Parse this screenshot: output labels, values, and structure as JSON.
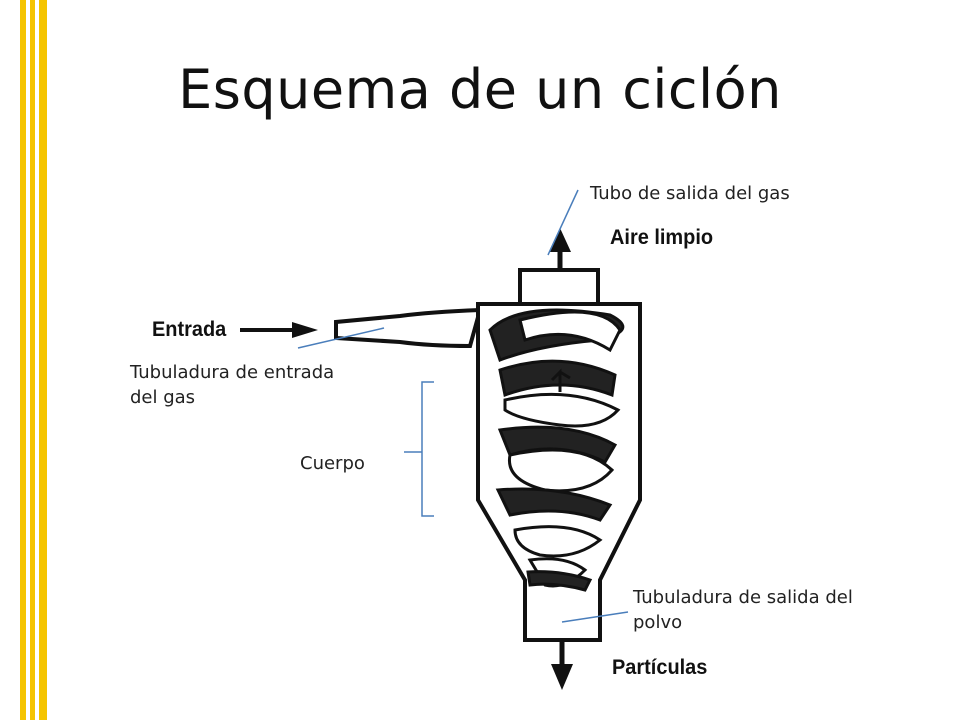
{
  "slide": {
    "title": "Esquema de un ciclón",
    "accent_color": "#f5c400",
    "leader_color": "#4a7ebb"
  },
  "image_labels": {
    "entrada": "Entrada",
    "aire_limpio": "Aire limpio",
    "particulas": "Partículas"
  },
  "annotations": {
    "tubo_salida_gas": "Tubo de salida del gas",
    "tubuladura_entrada_1": "Tubuladura de entrada",
    "tubuladura_entrada_2": "del gas",
    "cuerpo": "Cuerpo",
    "tubuladura_salida_1": "Tubuladura de salida del",
    "tubuladura_salida_2": "polvo"
  }
}
